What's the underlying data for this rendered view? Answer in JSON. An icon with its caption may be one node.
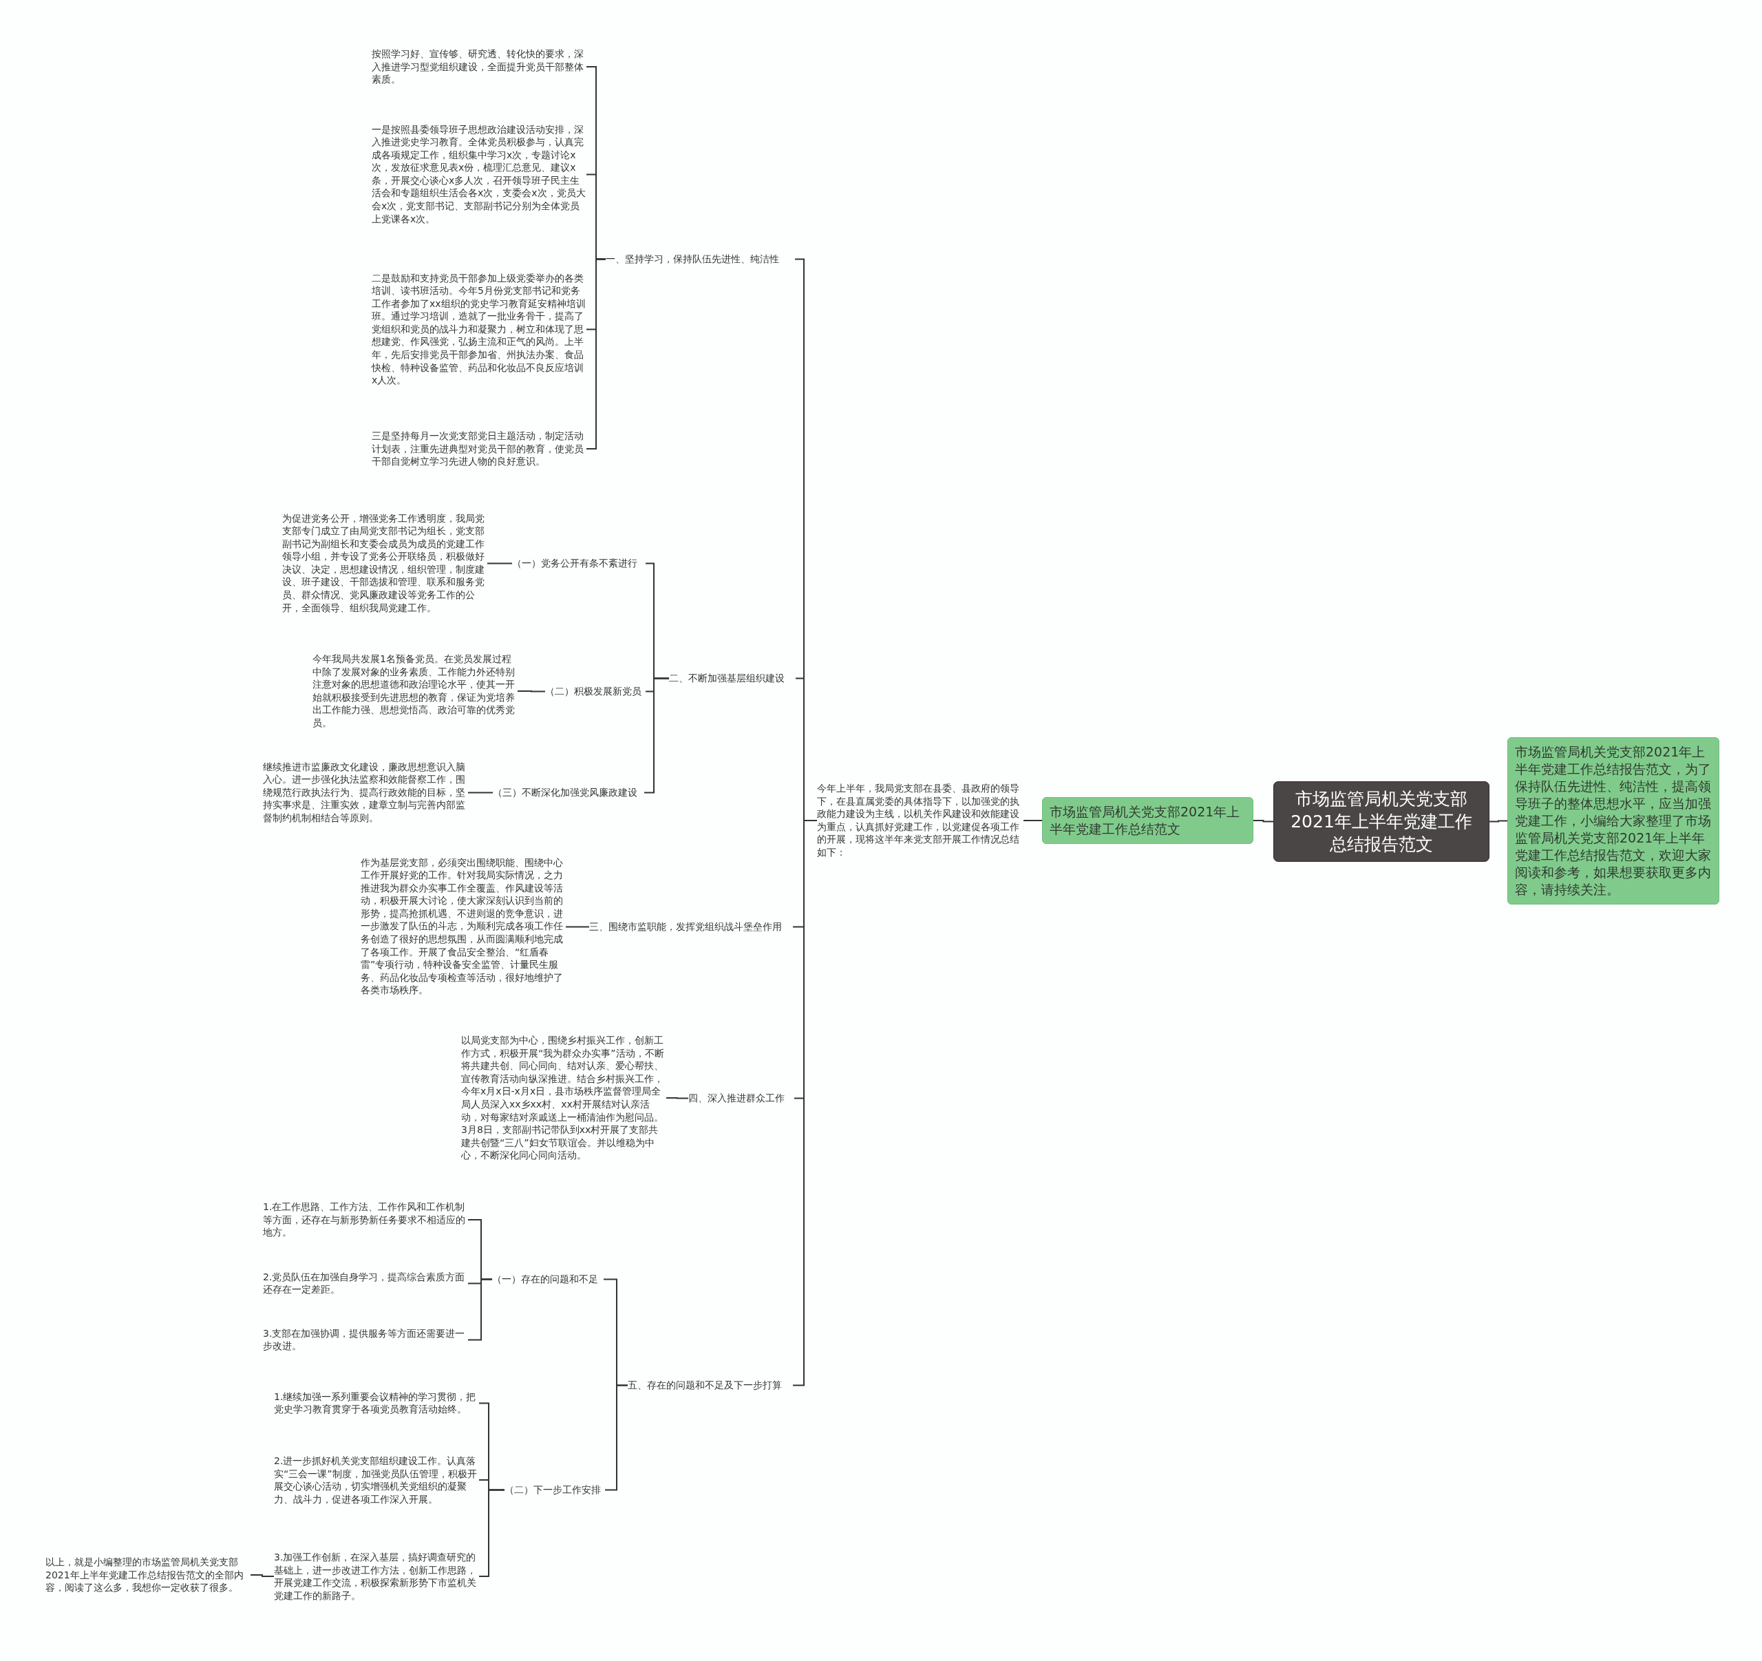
{
  "diagram": {
    "nodes": [
      {
        "text": [
          "市场监管局机关党支部2021年上半年党建工作总结报告范文"
        ]
      },
      {
        "text": [
          "市场监管局机关党支部2021年上半年党建工作总结报告范文，为了保持队伍先进性、纯洁性，提高领导班子的整体思想水平，应当加强党建工作，小编给大家整理了市场监管局机关党支部2021年上半年党建工作总结报告范文，欢迎大家阅读和参考，如果想要获取更多内容，请持续关注。"
        ]
      },
      {
        "text": [
          "市场监管局机关党支部2021年上半年党建工作总结范文"
        ]
      },
      {
        "text": [
          "今年上半年，我局党支部在县委、县政府的领导下，在县直属党委的具体指导下，以加强党的执政能力建设为主线，以机关作风建设和效能建设为重点，认真抓好党建工作，以党建促各项工作的开展，现将这半年来党支部开展工作情况总结如下："
        ]
      },
      {
        "text": [
          "一、坚持学习，保持队伍先进性、纯洁性"
        ]
      },
      {
        "text": [
          "按照学习好、宣传够、研究透、转化快的要求，深入推进学习型党组织建设，全面提升党员干部整体素质。"
        ]
      },
      {
        "text": [
          "一是按照县委领导班子思想政治建设活动安排，深入推进党史学习教育。全体党员积极参与，认真完成各项规定工作，组织集中学习x次，专题讨论x次，发放征求意见表x份，梳理汇总意见、建议x条，开展交心谈心x多人次，召开领导班子民主生活会和专题组织生活会各x次，支委会x次，党员大会x次，党支部书记、支部副书记分别为全体党员上党课各x次。"
        ]
      },
      {
        "text": [
          "二是鼓励和支持党员干部参加上级党委举办的各类培训、读书班活动。今年5月份党支部书记和党务工作者参加了xx组织的党史学习教育延安精神培训班。通过学习培训，造就了一批业务骨干，提高了党组织和党员的战斗力和凝聚力，树立和体现了思想建党、作风强党，弘扬主流和正气的风尚。上半年，先后安排党员干部参加省、州执法办案、食品快检、特种设备监管、药品和化妆品不良反应培训x人次。"
        ]
      },
      {
        "text": [
          "三是坚持每月一次党支部党日主题活动，制定活动计划表，注重先进典型对党员干部的教育，使党员干部自觉树立学习先进人物的良好意识。"
        ]
      },
      {
        "text": [
          "二、不断加强基层组织建设"
        ]
      },
      {
        "text": [
          "（一）党务公开有条不紊进行"
        ]
      },
      {
        "text": [
          "为促进党务公开，增强党务工作透明度，我局党支部专门成立了由局党支部书记为组长，党支部副书记为副组长和支委会成员为成员的党建工作领导小组，并专设了党务公开联络员，积极做好决议、决定，思想建设情况，组织管理，制度建设、班子建设、干部选拔和管理、联系和服务党员、群众情况、党风廉政建设等党务工作的公开，全面领导、组织我局党建工作。"
        ]
      },
      {
        "text": [
          "（二）积极发展新党员"
        ]
      },
      {
        "text": [
          "今年我局共发展1名预备党员。在党员发展过程中除了发展对象的业务素质、工作能力外还特别注意对象的思想道德和政治理论水平，使其一开始就积极接受到先进思想的教育，保证为党培养出工作能力强、思想觉悟高、政治可靠的优秀党员。"
        ]
      },
      {
        "text": [
          "（三）不断深化加强党风廉政建设"
        ]
      },
      {
        "text": [
          "继续推进市监廉政文化建设，廉政思想意识入脑入心。进一步强化执法监察和效能督察工作，围绕规范行政执法行为、提高行政效能的目标，坚持实事求是、注重实效，建章立制与完善内部监督制约机制相结合等原则。"
        ]
      },
      {
        "text": [
          "三、围绕市监职能，发挥党组织战斗堡垒作用"
        ]
      },
      {
        "text": [
          "作为基层党支部，必须突出围绕职能、围绕中心工作开展好党的工作。针对我局实际情况，之力推进我为群众办实事工作全覆盖、作风建设等活动，积极开展大讨论，使大家深刻认识到当前的形势，提高抢抓机遇、不进则退的竞争意识，进一步激发了队伍的斗志，为顺利完成各项工作任务创造了很好的思想氛围，从而圆满顺利地完成了各项工作。开展了食品安全整治、“红盾春雷”专项行动，特种设备安全监管、计量民生服务、药品化妆品专项检查等活动，很好地维护了各类市场秩序。"
        ]
      },
      {
        "text": [
          "四、深入推进群众工作"
        ]
      },
      {
        "text": [
          "以局党支部为中心，围绕乡村振兴工作，创新工作方式，积极开展“我为群众办实事”活动，不断将共建共创、同心同向、结对认亲、爱心帮扶、宣传教育活动向纵深推进。结合乡村振兴工作，今年x月x日-x月x日，县市场秩序监督管理局全局人员深入xx乡xx村、xx村开展结对认亲活动，对每家结对亲戚送上一桶清油作为慰问品。3月8日，支部副书记带队到xx村开展了支部共建共创暨“三八”妇女节联谊会。并以维稳为中心，不断深化同心同向活动。"
        ]
      },
      {
        "text": [
          "五、存在的问题和不足及下一步打算"
        ]
      },
      {
        "text": [
          "（一）存在的问题和不足"
        ]
      },
      {
        "text": [
          "1.在工作思路、工作方法、工作作风和工作机制等方面，还存在与新形势新任务要求不相适应的地方。"
        ]
      },
      {
        "text": [
          "2.党员队伍在加强自身学习，提高综合素质方面还存在一定差距。"
        ]
      },
      {
        "text": [
          "3.支部在加强协调，提供服务等方面还需要进一步改进。"
        ]
      },
      {
        "text": [
          "（二）下一步工作安排"
        ]
      },
      {
        "text": [
          "1.继续加强一系列重要会议精神的学习贯彻，把党史学习教育贯穿于各项党员教育活动始终。"
        ]
      },
      {
        "text": [
          "2.进一步抓好机关党支部组织建设工作。认真落实“三会一课”制度，加强党员队伍管理，积极开展交心谈心活动，切实增强机关党组织的凝聚力、战斗力，促进各项工作深入开展。"
        ]
      },
      {
        "text": [
          "3.加强工作创新，在深入基层，搞好调查研究的基础上，进一步改进工作方法，创新工作思路，开展党建工作交流，积极探索新形势下市监机关党建工作的新路子。"
        ]
      },
      {
        "text": [
          "以上，就是小编整理的市场监管局机关党支部2021年上半年党建工作总结报告范文的全部内容，阅读了这么多，我想你一定收获了很多。"
        ]
      }
    ],
    "edges": [
      {
        "from": 0,
        "to": 1,
        "arrow": "none"
      },
      {
        "from": 0,
        "to": 2,
        "arrow": "none"
      },
      {
        "from": 2,
        "to": 3,
        "arrow": "none"
      },
      {
        "from": 3,
        "to": 4,
        "arrow": "none"
      },
      {
        "from": 3,
        "to": 9,
        "arrow": "none"
      },
      {
        "from": 3,
        "to": 16,
        "arrow": "none"
      },
      {
        "from": 3,
        "to": 18,
        "arrow": "none"
      },
      {
        "from": 3,
        "to": 20,
        "arrow": "none"
      },
      {
        "from": 4,
        "to": 5,
        "arrow": "none"
      },
      {
        "from": 4,
        "to": 6,
        "arrow": "none"
      },
      {
        "from": 4,
        "to": 7,
        "arrow": "none"
      },
      {
        "from": 4,
        "to": 8,
        "arrow": "none"
      },
      {
        "from": 9,
        "to": 10,
        "arrow": "none"
      },
      {
        "from": 9,
        "to": 12,
        "arrow": "none"
      },
      {
        "from": 9,
        "to": 14,
        "arrow": "none"
      },
      {
        "from": 10,
        "to": 11,
        "arrow": "none"
      },
      {
        "from": 12,
        "to": 13,
        "arrow": "none"
      },
      {
        "from": 14,
        "to": 15,
        "arrow": "none"
      },
      {
        "from": 16,
        "to": 17,
        "arrow": "none"
      },
      {
        "from": 18,
        "to": 19,
        "arrow": "none"
      },
      {
        "from": 20,
        "to": 21,
        "arrow": "none"
      },
      {
        "from": 20,
        "to": 25,
        "arrow": "none"
      },
      {
        "from": 21,
        "to": 22,
        "arrow": "none"
      },
      {
        "from": 21,
        "to": 23,
        "arrow": "none"
      },
      {
        "from": 21,
        "to": 24,
        "arrow": "none"
      },
      {
        "from": 25,
        "to": 26,
        "arrow": "none"
      },
      {
        "from": 25,
        "to": 27,
        "arrow": "none"
      },
      {
        "from": 25,
        "to": 28,
        "arrow": "none"
      },
      {
        "from": 28,
        "to": 29,
        "arrow": "none"
      }
    ]
  }
}
